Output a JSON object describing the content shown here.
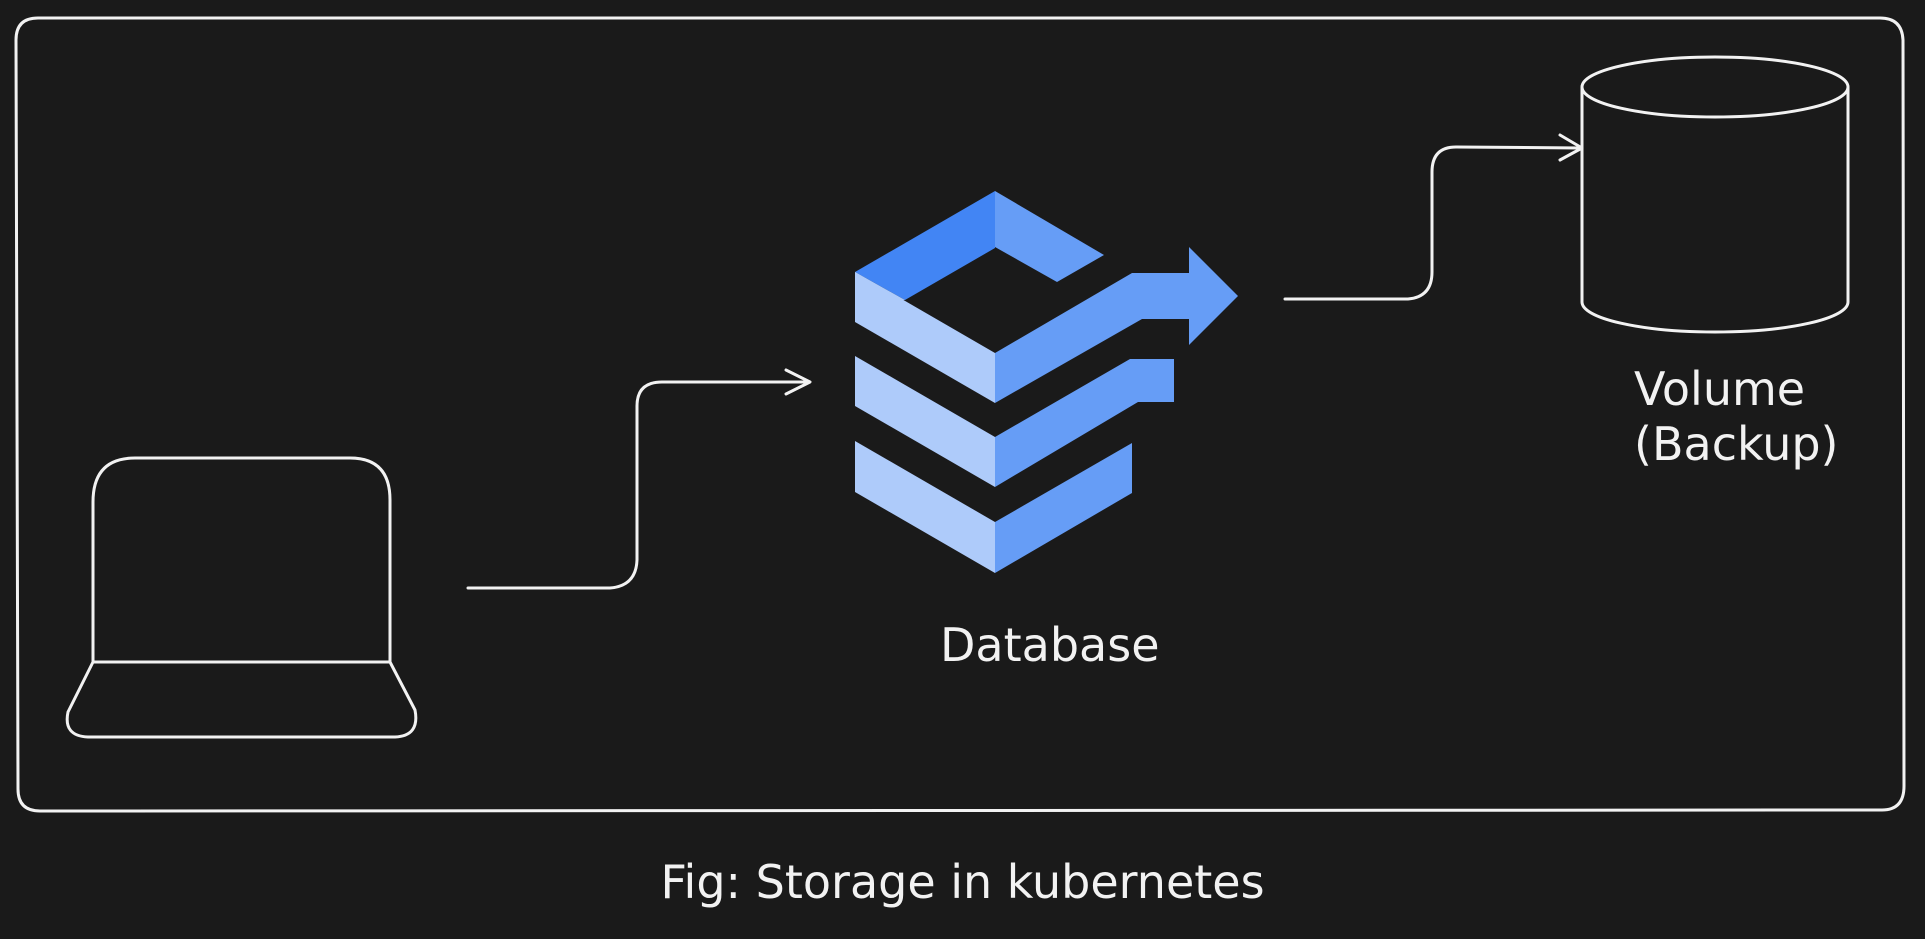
{
  "diagram": {
    "database_label": "Database",
    "volume_label": "Volume\n(Backup)",
    "caption": "Fig: Storage in kubernetes"
  },
  "colors": {
    "background": "#1a1a1a",
    "stroke": "#f2f2f2",
    "db_dark_blue": "#4285f4",
    "db_mid_blue": "#669df6",
    "db_light_blue": "#aecbfa"
  },
  "icons": {
    "client": "laptop-icon",
    "database": "database-stack-icon",
    "volume": "cylinder-icon"
  }
}
